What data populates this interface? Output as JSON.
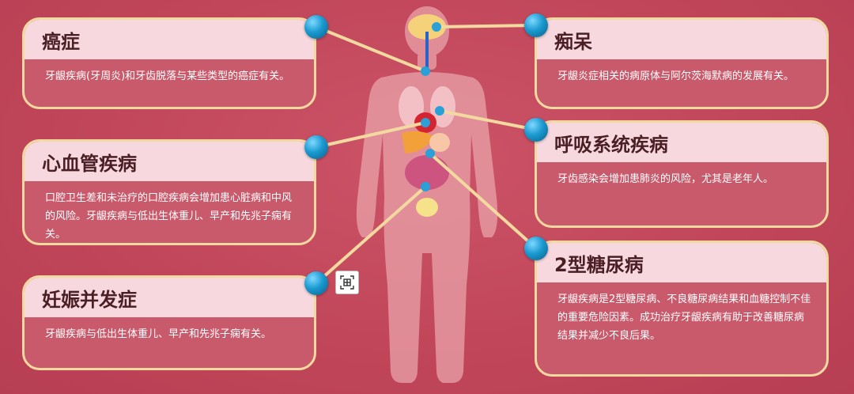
{
  "cards": [
    {
      "title": "癌症",
      "body": "牙龈疾病(牙周炎)和牙齿脱落与某些类型的癌症有关。"
    },
    {
      "title": "心血管疾病",
      "body": "口腔卫生差和未治疗的口腔疾病会增加患心脏病和中风的风险。牙龈疾病与低出生体重儿、早产和先兆子痫有关。"
    },
    {
      "title": "妊娠并发症",
      "body": "牙龈疾病与低出生体重儿、早产和先兆子痫有关。"
    },
    {
      "title": "痴呆",
      "body": "牙龈炎症相关的病原体与阿尔茨海默病的发展有关。"
    },
    {
      "title": "呼吸系统疾病",
      "body": "牙齿感染会增加患肺炎的风险，尤其是老年人。"
    },
    {
      "title": "2型糖尿病",
      "body": "牙龈疾病是2型糖尿病、不良糖尿病结果和血糖控制不佳的重要危险因素。成功治疗牙龈疾病有助于改善糖尿病结果并减少不良后果。"
    }
  ],
  "colors": {
    "background": "#c44a5d",
    "card_border": "#f2d9a0",
    "card_header": "#f7d8df",
    "connector": "#f2d9a0",
    "node": "#1a9ad0",
    "body_silhouette": "#e8a0a8"
  },
  "icons": [
    "scan-icon",
    "human-body-illustration"
  ]
}
